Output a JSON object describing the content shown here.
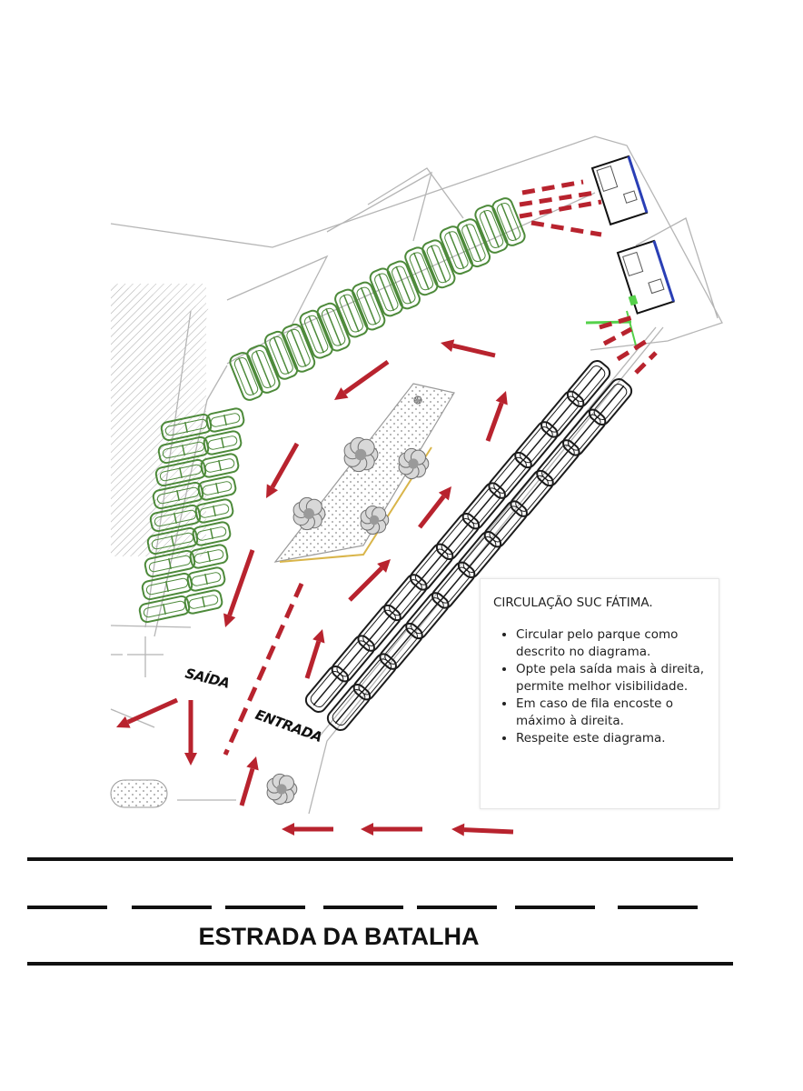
{
  "labels": {
    "exit": "SAÍDA",
    "entrance": "ENTRADA",
    "road": "ESTRADA DA BATALHA"
  },
  "legend": {
    "title": "CIRCULAÇÃO SUC FÁTIMA.",
    "items": [
      "Circular pelo parque como descrito no diagrama.",
      "Opte pela saída mais à direita, permite melhor visibilidade.",
      "Em caso de fila encoste o máximo à direita.",
      "Respeite este diagrama."
    ]
  },
  "colors": {
    "arrow": "#b8232e",
    "parking_green": "#4d8a3a",
    "parking_black": "#1b1b1b",
    "outline": "#b0b0b0",
    "road_line": "#111111",
    "island_edge": "#d9b54a",
    "accent_blue": "#2a3fb5",
    "accent_green": "#55d14a"
  },
  "icons": {
    "arrow": "arrow-icon",
    "car": "car-icon",
    "tree": "tree-icon",
    "building": "building-icon"
  }
}
